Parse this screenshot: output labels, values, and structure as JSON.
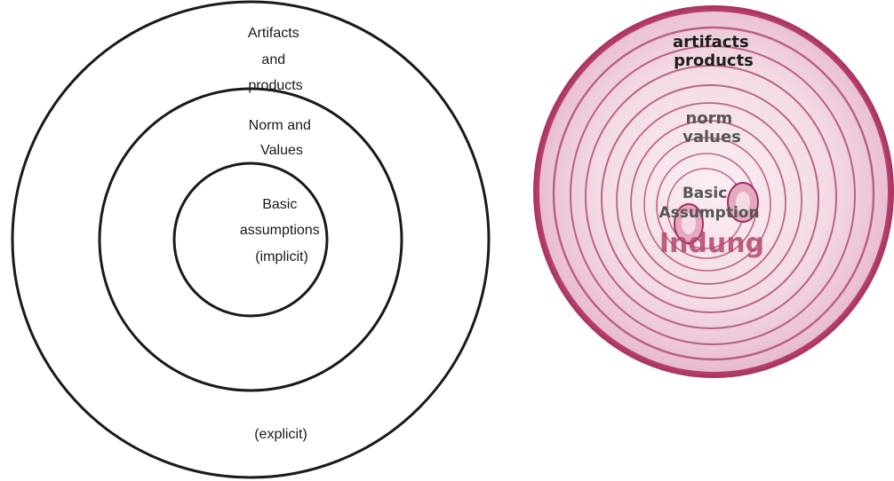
{
  "left_diagram": {
    "outer_label": [
      "Artifacts",
      "and",
      "products"
    ],
    "middle_label": [
      "Norm and",
      "Values"
    ],
    "inner_label": [
      "Basic",
      "assumptions",
      "(implicit)"
    ],
    "bottom_label": "(explicit)",
    "ring_color": "#1a1a1a"
  },
  "onion": {
    "outer_label": [
      "artifacts",
      "products"
    ],
    "middle_label": [
      "norm",
      "values"
    ],
    "inner_label": [
      "Basic",
      "Assumption"
    ],
    "watermark": "Indung",
    "colors": {
      "skin": "#c2457a",
      "flesh": "#f3dde6",
      "ring": "#9e2e63",
      "text_dark": "#1e1e1e",
      "text_gray": "#555555",
      "watermark": "#b1486e"
    }
  }
}
